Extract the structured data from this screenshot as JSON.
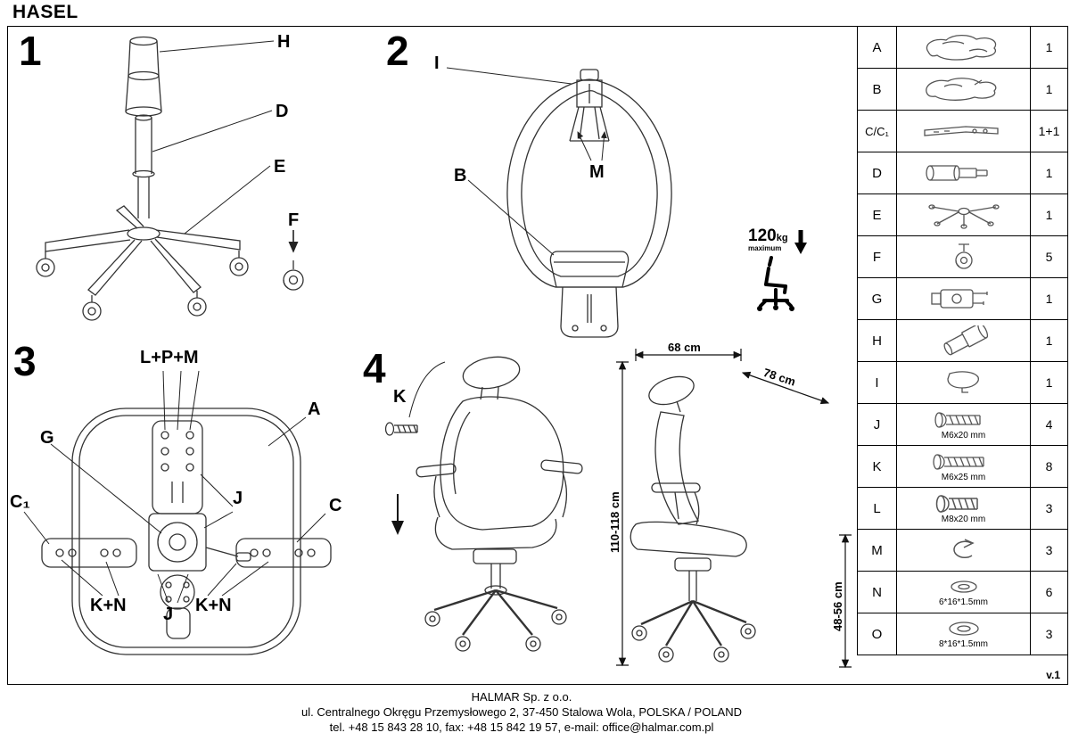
{
  "title": "HASEL",
  "version": "v.1",
  "steps": {
    "s1": {
      "number": "1",
      "labels": {
        "h": "H",
        "d": "D",
        "e": "E",
        "f": "F"
      }
    },
    "s2": {
      "number": "2",
      "labels": {
        "i": "I",
        "b": "B",
        "m": "M"
      },
      "max_load": {
        "value": "120",
        "unit": "kg",
        "note": "maximum"
      }
    },
    "s3": {
      "number": "3",
      "labels": {
        "lpm": "L+P+M",
        "a": "A",
        "g": "G",
        "j_side": "J",
        "c1": "C₁",
        "c": "C",
        "kn_left": "K+N",
        "j_bottom": "J",
        "kn_right": "K+N"
      }
    },
    "s4": {
      "number": "4",
      "labels": {
        "k": "K"
      },
      "dimensions": {
        "width": "68 cm",
        "depth": "78 cm",
        "height": "110-118 cm",
        "seat_height": "48-56 cm"
      }
    }
  },
  "parts_table": {
    "rows": [
      {
        "part": "A",
        "qty": "1",
        "spec": ""
      },
      {
        "part": "B",
        "qty": "1",
        "spec": ""
      },
      {
        "part": "C/C₁",
        "qty": "1+1",
        "spec": ""
      },
      {
        "part": "D",
        "qty": "1",
        "spec": ""
      },
      {
        "part": "E",
        "qty": "1",
        "spec": ""
      },
      {
        "part": "F",
        "qty": "5",
        "spec": ""
      },
      {
        "part": "G",
        "qty": "1",
        "spec": ""
      },
      {
        "part": "H",
        "qty": "1",
        "spec": ""
      },
      {
        "part": "I",
        "qty": "1",
        "spec": ""
      },
      {
        "part": "J",
        "qty": "4",
        "spec": "M6x20 mm"
      },
      {
        "part": "K",
        "qty": "8",
        "spec": "M6x25 mm"
      },
      {
        "part": "L",
        "qty": "3",
        "spec": "M8x20 mm"
      },
      {
        "part": "M",
        "qty": "3",
        "spec": ""
      },
      {
        "part": "N",
        "qty": "6",
        "spec": "6*16*1.5mm"
      },
      {
        "part": "O",
        "qty": "3",
        "spec": "8*16*1.5mm"
      }
    ]
  },
  "footer": {
    "company": "HALMAR Sp. z o.o.",
    "address": "ul. Centralnego Okręgu Przemysłowego 2, 37-450 Stalowa Wola, POLSKA / POLAND",
    "contact": "tel. +48 15 843 28 10, fax: +48 15 842 19 57, e-mail: office@halmar.com.pl"
  }
}
